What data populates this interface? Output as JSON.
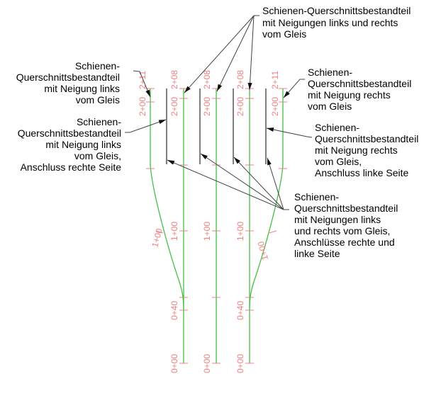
{
  "colors": {
    "alignment": "#44c044",
    "component": "#555555",
    "station": "#f08080",
    "leader": "#444444"
  },
  "annotations": {
    "top_center": [
      "Schienen-Querschnittsbestandteil",
      "mit Neigungen links und rechts",
      "vom Gleis"
    ],
    "left_top": [
      "Schienen-",
      "Querschnittsbestandteil",
      "mit Neigung links",
      "vom Gleis"
    ],
    "right_top": [
      "Schienen-",
      "Querschnittsbestandteil",
      "mit Neigung rechts",
      "vom Gleis"
    ],
    "left_middle": [
      "Schienen-",
      "Querschnittsbestandteil",
      "mit Neigung links",
      "vom Gleis,",
      "Anschluss rechte Seite"
    ],
    "right_middle": [
      "Schienen-",
      "Querschnittsbestandteil",
      "mit Neigung rechts",
      "vom Gleis,",
      "Anschluss linke Seite"
    ],
    "bottom_right": [
      "Schienen-",
      "Querschnittsbestandteil",
      "mit Neigungen links",
      "und rechts vom Gleis,",
      "Anschlüsse rechte und",
      "linke Seite"
    ]
  },
  "stations": {
    "s200": "2+00",
    "s208": "2+08",
    "s211": "2+11",
    "s100": "1+00",
    "s040": "0+40",
    "s000": "0+00"
  }
}
